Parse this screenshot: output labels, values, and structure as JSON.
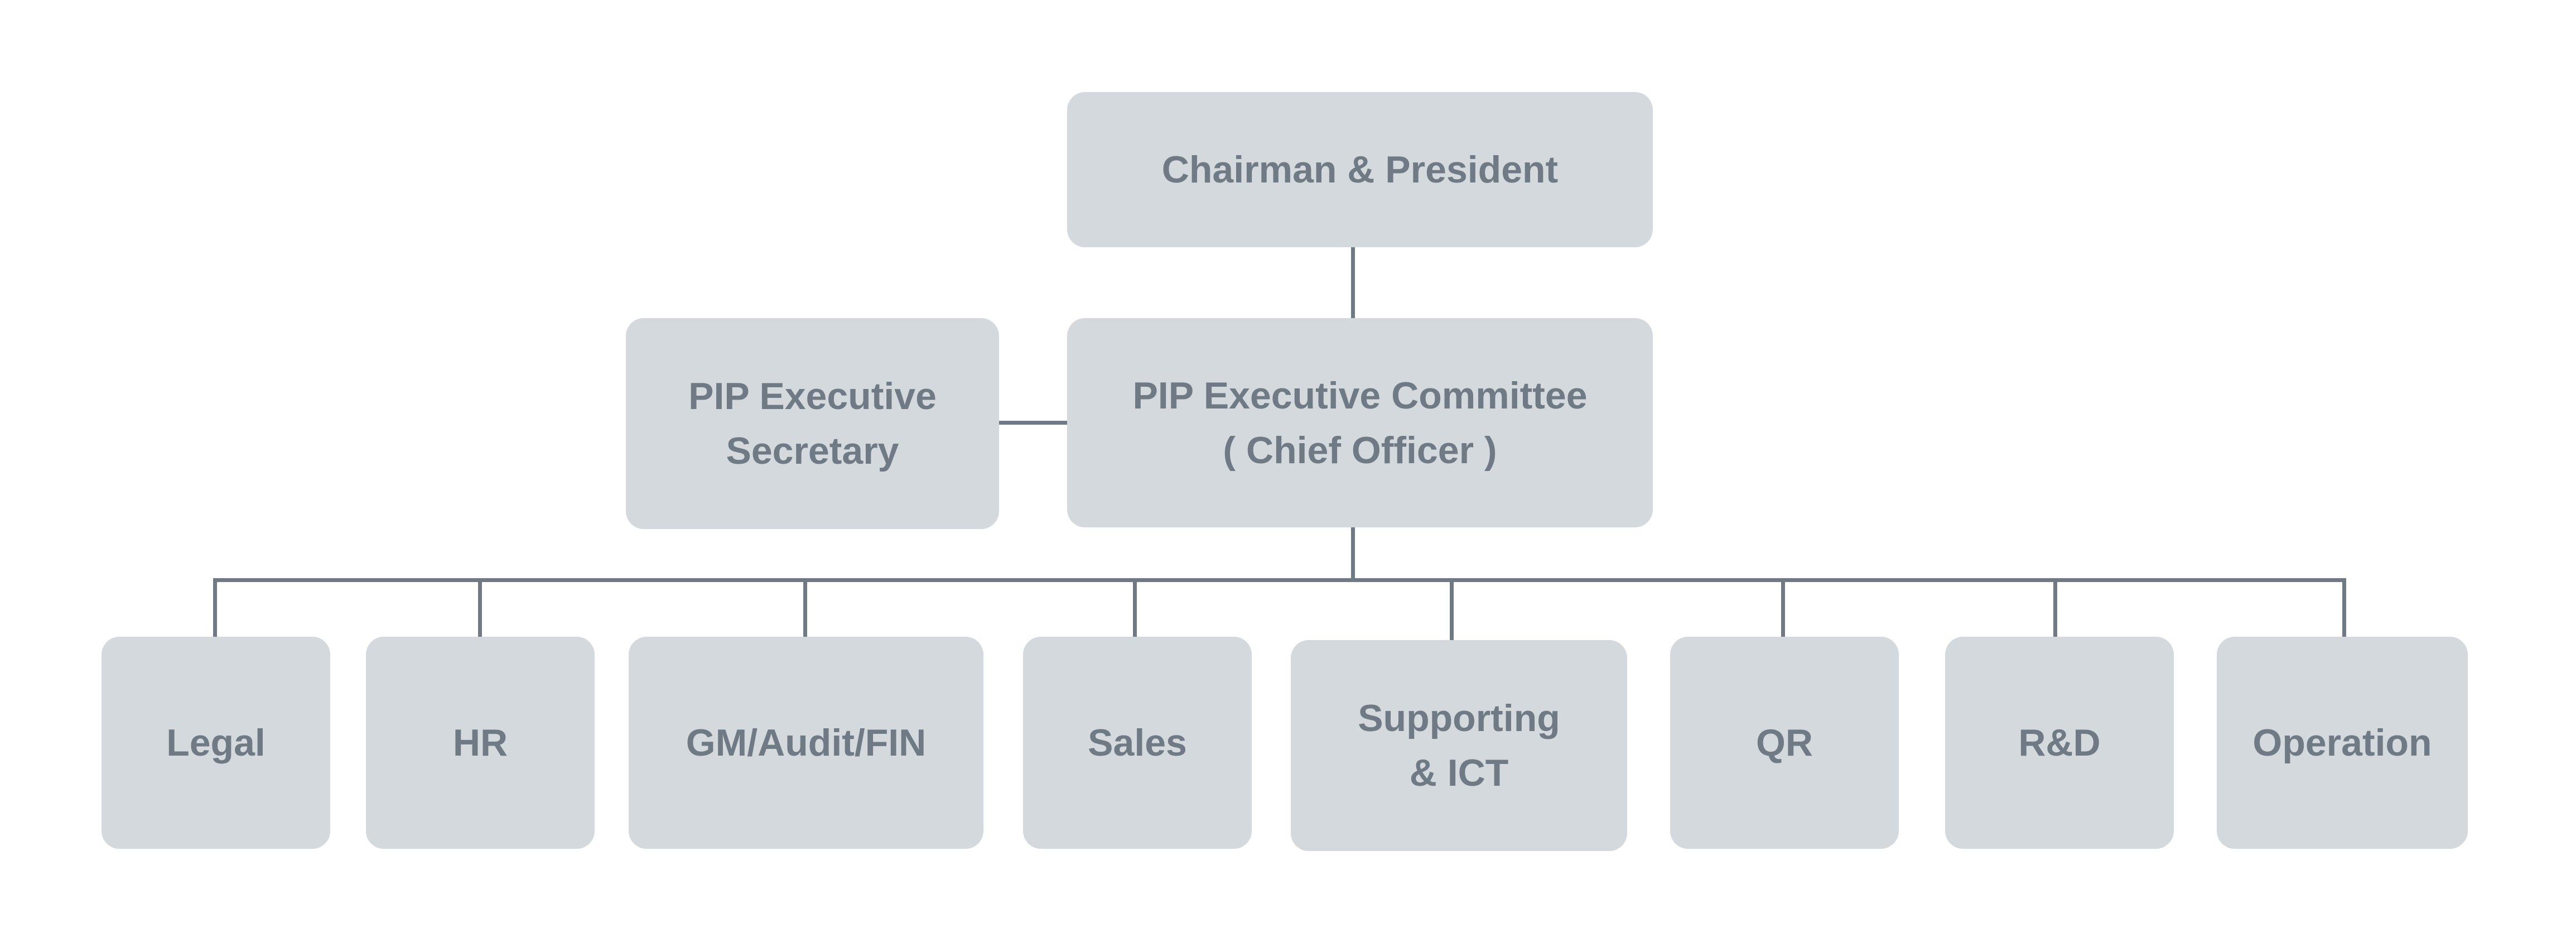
{
  "org_chart": {
    "top": {
      "label": "Chairman & President"
    },
    "committee": {
      "label": "PIP Executive Committee\n( Chief Officer )"
    },
    "secretary": {
      "label": "PIP Executive\nSecretary"
    },
    "departments": [
      {
        "label": "Legal"
      },
      {
        "label": "HR"
      },
      {
        "label": "GM/Audit/FIN"
      },
      {
        "label": "Sales"
      },
      {
        "label": "Supporting\n& ICT"
      },
      {
        "label": "QR"
      },
      {
        "label": "R&D"
      },
      {
        "label": "Operation"
      }
    ]
  },
  "colors": {
    "box_fill": "#d3d9dd",
    "text": "#6f7a84",
    "connector": "#6f7a84",
    "background": "#ffffff"
  }
}
